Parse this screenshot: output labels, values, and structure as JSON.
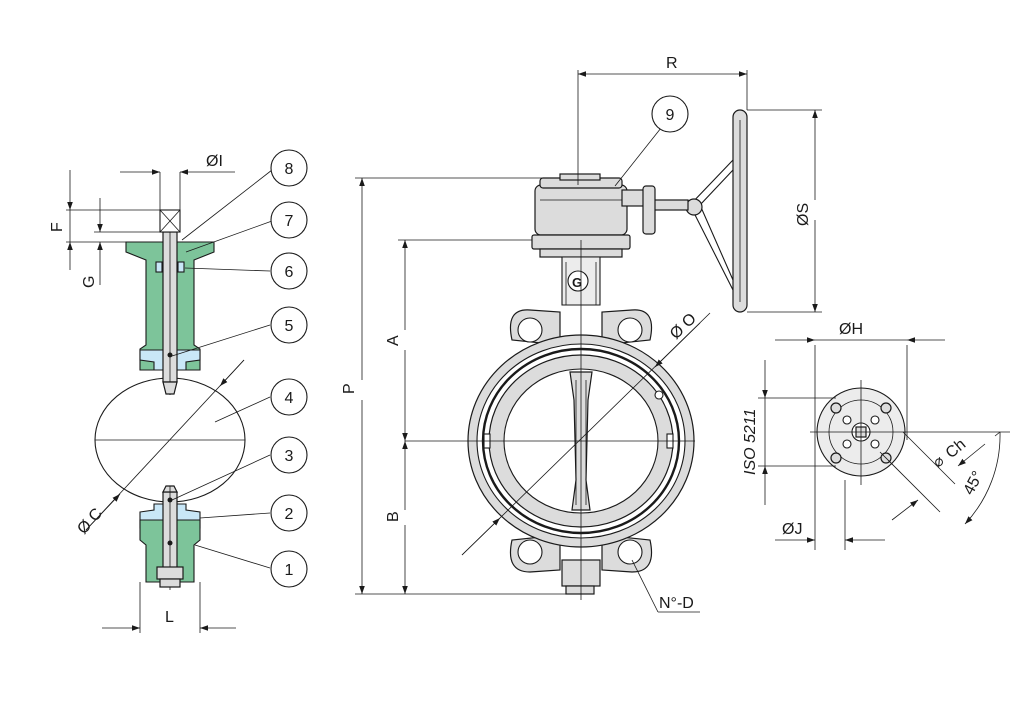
{
  "dimensions": {
    "F": "F",
    "G": "G",
    "I": "ØI",
    "C": "Ø C",
    "L": "L",
    "A": "A",
    "B": "B",
    "P": "P",
    "R": "R",
    "O": "Ø O",
    "S": "ØS",
    "D": "N°-D",
    "H": "ØH",
    "J": "ØJ",
    "Ch": "Ch",
    "angle": "45°",
    "iso": "ISO 5211"
  },
  "callouts": [
    "1",
    "2",
    "3",
    "4",
    "5",
    "6",
    "7",
    "8",
    "9"
  ],
  "colors": {
    "body_green": "#7dc49a",
    "bush_blue": "#c9e7f7",
    "metal_grey": "#dcdcdc",
    "line": "#1a1a1a"
  }
}
